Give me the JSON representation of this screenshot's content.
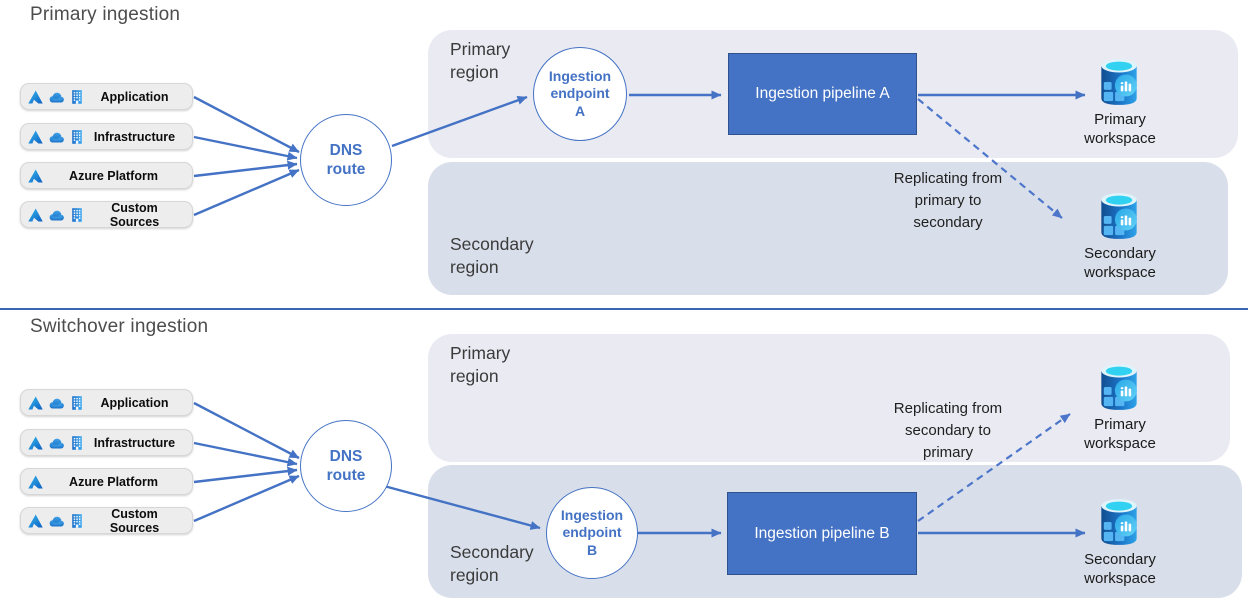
{
  "colors": {
    "accent": "#4472C4",
    "accent_dark": "#2F528F",
    "dashed_arrow": "#4d76cb",
    "region_primary_fill": "#E9EAF2",
    "region_secondary_fill": "#D9DFEA",
    "source_box_fill": "#EDEDED",
    "divider": "#3A67B1",
    "workspace_cyan": "#31D1F2",
    "pipeline_text": "#FFFFFF"
  },
  "primary_section": {
    "title": "Primary ingestion",
    "sources": [
      {
        "label": "Application",
        "icons": [
          "azure-logo-icon",
          "cloud-icon",
          "building-icon"
        ]
      },
      {
        "label": "Infrastructure",
        "icons": [
          "azure-logo-icon",
          "cloud-icon",
          "building-icon"
        ]
      },
      {
        "label": "Azure Platform",
        "icons": [
          "azure-logo-icon"
        ]
      },
      {
        "label": "Custom Sources",
        "icons": [
          "azure-logo-icon",
          "cloud-icon",
          "building-icon"
        ]
      }
    ],
    "dns_route_label": "DNS route",
    "primary_region_label": "Primary region",
    "secondary_region_label": "Secondary region",
    "ingestion_endpoint_label": "Ingestion endpoint A",
    "ingestion_pipeline_label": "Ingestion pipeline A",
    "primary_workspace_label": "Primary workspace",
    "secondary_workspace_label": "Secondary workspace",
    "replication_label": "Replicating from primary to secondary"
  },
  "switchover_section": {
    "title": "Switchover ingestion",
    "sources": [
      {
        "label": "Application",
        "icons": [
          "azure-logo-icon",
          "cloud-icon",
          "building-icon"
        ]
      },
      {
        "label": "Infrastructure",
        "icons": [
          "azure-logo-icon",
          "cloud-icon",
          "building-icon"
        ]
      },
      {
        "label": "Azure Platform",
        "icons": [
          "azure-logo-icon"
        ]
      },
      {
        "label": "Custom Sources",
        "icons": [
          "azure-logo-icon",
          "cloud-icon",
          "building-icon"
        ]
      }
    ],
    "dns_route_label": "DNS route",
    "primary_region_label": "Primary region",
    "secondary_region_label": "Secondary region",
    "ingestion_endpoint_label": "Ingestion endpoint B",
    "ingestion_pipeline_label": "Ingestion pipeline B",
    "primary_workspace_label": "Primary workspace",
    "secondary_workspace_label": "Secondary workspace",
    "replication_label": "Replicating from secondary to primary"
  }
}
